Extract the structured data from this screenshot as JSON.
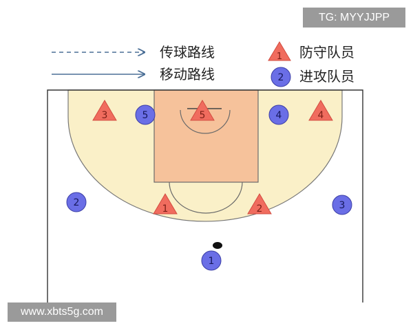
{
  "watermarks": {
    "top_right": "TG: MYYJJPP",
    "bottom_left": "www.xbts5g.com"
  },
  "legend": {
    "pass_route": "传球路线",
    "move_route": "移动路线",
    "defender": "防守队员",
    "attacker": "进攻队员",
    "defender_sample_number": "1",
    "attacker_sample_number": "2"
  },
  "defenders": [
    {
      "id": "d1",
      "label": "1"
    },
    {
      "id": "d2",
      "label": "2"
    },
    {
      "id": "d3",
      "label": "3"
    },
    {
      "id": "d4",
      "label": "4"
    },
    {
      "id": "d5",
      "label": "5"
    }
  ],
  "attackers": [
    {
      "id": "a1",
      "label": "1"
    },
    {
      "id": "a2",
      "label": "2"
    },
    {
      "id": "a3",
      "label": "3"
    },
    {
      "id": "a4",
      "label": "4"
    },
    {
      "id": "a5",
      "label": "5"
    }
  ],
  "colors": {
    "court_zone": "#faf0c8",
    "paint": "#f6c29b",
    "line": "#666666",
    "defender_fill": "#f06c5e",
    "attacker_fill": "#6a6ee6",
    "arrow": "#4a6e96"
  }
}
